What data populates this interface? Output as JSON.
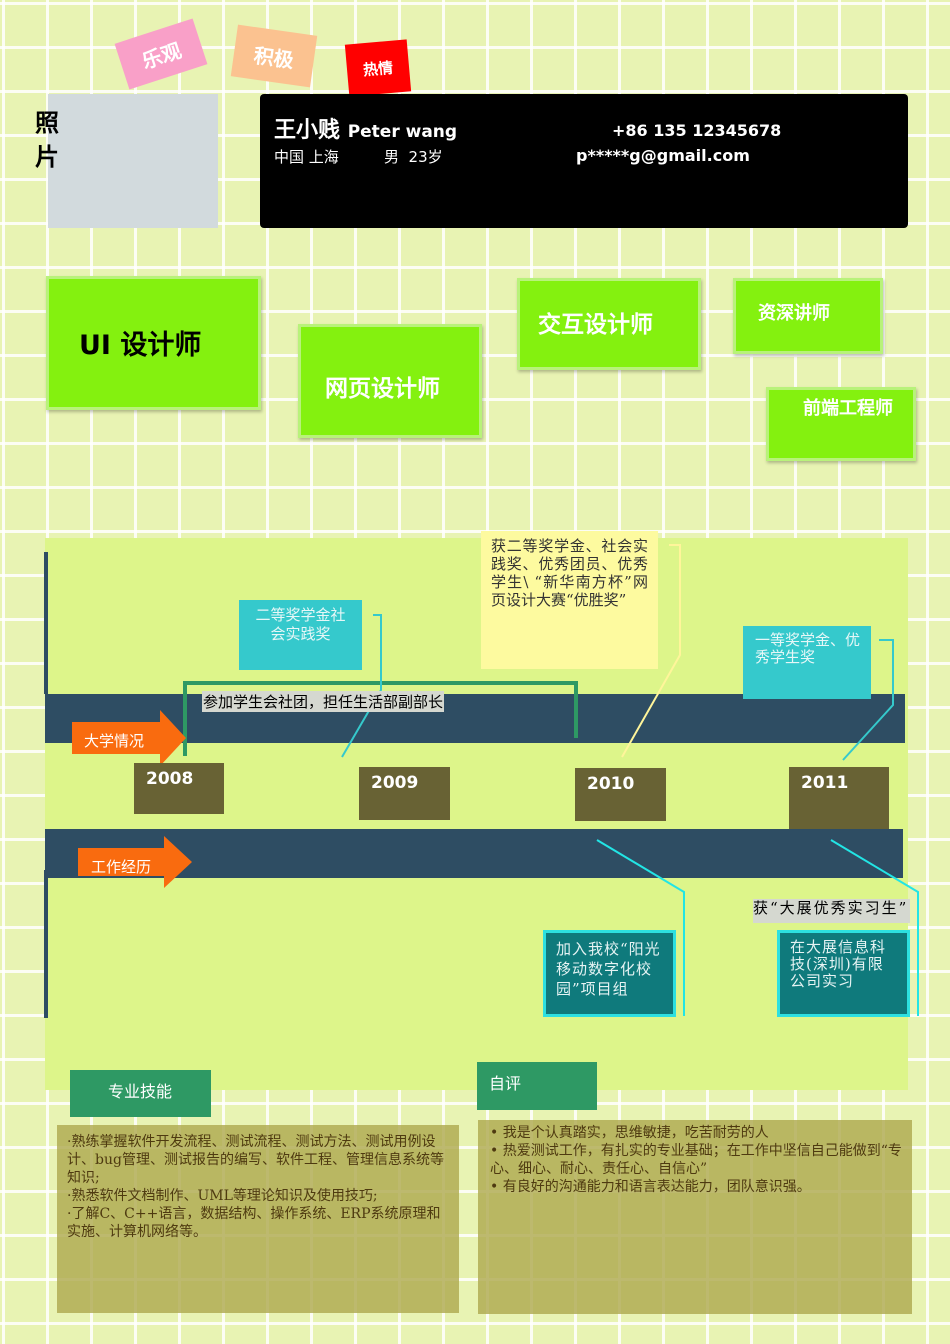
{
  "tags": [
    "乐观",
    "积极",
    "热情"
  ],
  "photo": {
    "label_line1": "照",
    "label_line2": "片"
  },
  "header": {
    "name_cn": "王小贱",
    "name_en": "Peter wang",
    "location": "中国 上海",
    "gender_age": "男  23岁",
    "phone": "+86 135 12345678",
    "email": "p*****g@gmail.com"
  },
  "roles": [
    "UI 设计师",
    "网页设计师",
    "交互设计师",
    "资深讲师",
    "前端工程师"
  ],
  "timeline": {
    "school_label": "大学情况",
    "work_label": "工作经历",
    "years": [
      "2008",
      "2009",
      "2010",
      "2011"
    ],
    "club": "参加学生会社团，担任生活部副部长",
    "award_2009": "二等奖学金社会实践奖",
    "award_2010": "获二等奖学金、社会实践奖、优秀团员、优秀学生\\ “新华南方杯”网页设计大赛“优胜奖”",
    "award_2011": "一等奖学金、优秀学生奖",
    "work_2010": "加入我校“阳光移动数字化校园”项目组",
    "work_2011": "在大展信息科技(深圳)有限公司实习",
    "work_2011_award": "获“大展优秀实习生”"
  },
  "skills": {
    "title": "专业技能",
    "items": [
      "·熟练掌握软件开发流程、测试流程、测试方法、测试用例设计、bug管理、测试报告的编写、软件工程、管理信息系统等知识;",
      "·熟悉软件文档制作、UML等理论知识及使用技巧;",
      "·了解C、C++语言，数据结构、操作系统、ERP系统原理和实施、计算机网络等。"
    ]
  },
  "self_eval": {
    "title": "自评",
    "items": [
      "• 我是个认真踏实，思维敏捷，吃苦耐劳的人",
      "• 热爱测试工作，有扎实的专业基础；在工作中坚信自己能做到“专心、细心、耐心、责任心、自信心”",
      "• 有良好的沟通能力和语言表达能力，团队意识强。"
    ]
  },
  "colors": {
    "header_bg": "#000000",
    "role_green": "#84f10f",
    "timeline_bar": "#2e4d63",
    "arrow": "#f96b0f",
    "year_box": "#686234",
    "section_title": "#2e9964"
  }
}
